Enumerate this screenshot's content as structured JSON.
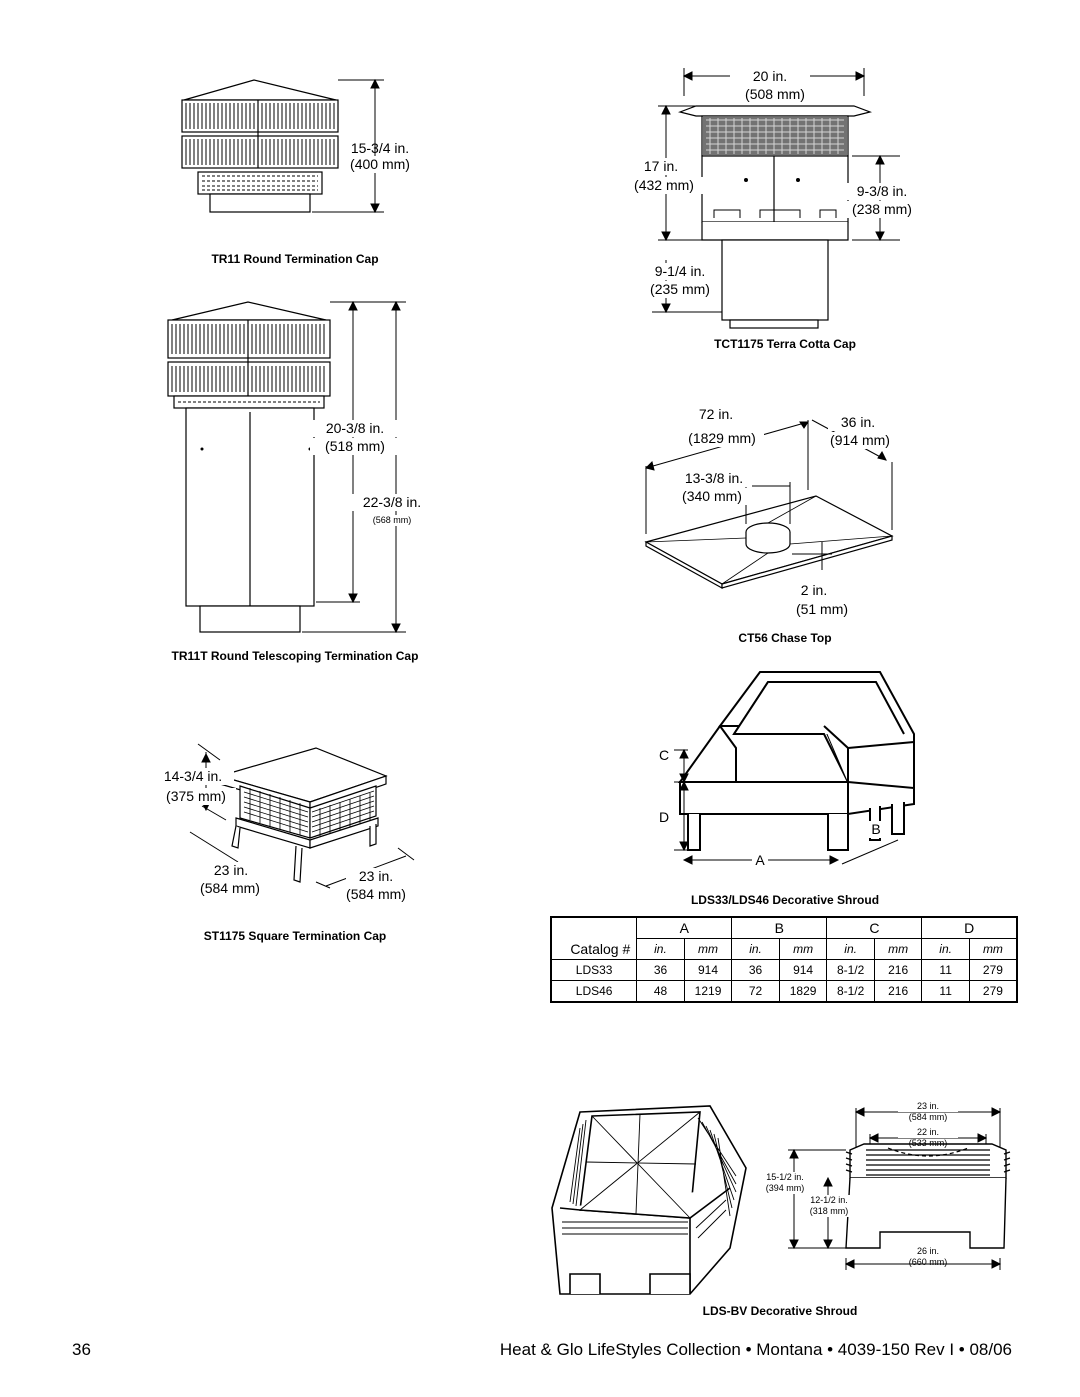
{
  "figures": {
    "tr11": {
      "caption": "TR11 Round Termination Cap",
      "dim_height_in": "15-3/4 in.",
      "dim_height_mm": "(400 mm)"
    },
    "tr11t": {
      "caption": "TR11T Round Telescoping Termination Cap",
      "dim_min_in": "20-3/8 in.",
      "dim_min_mm": "(518 mm)",
      "dim_max_in": "22-3/8 in.",
      "dim_max_mm": "(568 mm)"
    },
    "st1175": {
      "caption": "ST1175 Square Termination Cap",
      "dim_height_in": "14-3/4 in.",
      "dim_height_mm": "(375 mm)",
      "dim_width_in": "23 in.",
      "dim_width_mm": "(584 mm)",
      "dim_depth_in": "23 in.",
      "dim_depth_mm": "(584 mm)"
    },
    "tct1175": {
      "caption": "TCT1175 Terra Cotta Cap",
      "dim_top_in": "20 in.",
      "dim_top_mm": "(508 mm)",
      "dim_total_in": "17 in.",
      "dim_total_mm": "(432 mm)",
      "dim_upper_in": "9-3/8 in.",
      "dim_upper_mm": "(238 mm)",
      "dim_lower_in": "9-1/4 in.",
      "dim_lower_mm": "(235 mm)"
    },
    "ct56": {
      "caption": "CT56 Chase Top",
      "dim_length_in": "72 in.",
      "dim_length_mm": "(1829 mm)",
      "dim_width_in": "36 in.",
      "dim_width_mm": "(914 mm)",
      "dim_collar_in": "13-3/8 in.",
      "dim_collar_mm": "(340 mm)",
      "dim_lip_in": "2 in.",
      "dim_lip_mm": "(51 mm)"
    },
    "lds": {
      "caption": "LDS33/LDS46 Decorative Shroud",
      "label_a": "A",
      "label_b": "B",
      "label_c": "C",
      "label_d": "D"
    },
    "ldsbv": {
      "caption": "LDS-BV Decorative Shroud",
      "dim_outer_in": "23 in.",
      "dim_outer_mm": "(584 mm)",
      "dim_inner_in": "22 in.",
      "dim_inner_mm": "(533 mm)",
      "dim_height_in": "15-1/2 in.",
      "dim_height_mm": "(394 mm)",
      "dim_leg_in": "12-1/2 in.",
      "dim_leg_mm": "(318 mm)",
      "dim_base_in": "26 in.",
      "dim_base_mm": "(660 mm)"
    }
  },
  "table": {
    "groups": [
      "A",
      "B",
      "C",
      "D"
    ],
    "catalog_label": "Catalog #",
    "units": [
      "in.",
      "mm",
      "in.",
      "mm",
      "in.",
      "mm",
      "in.",
      "mm"
    ],
    "rows": [
      [
        "LDS33",
        "36",
        "914",
        "36",
        "914",
        "8-1/2",
        "216",
        "11",
        "279"
      ],
      [
        "LDS46",
        "48",
        "1219",
        "72",
        "1829",
        "8-1/2",
        "216",
        "11",
        "279"
      ]
    ]
  },
  "footer": {
    "page_number": "36",
    "text": "Heat & Glo LifeStyles Collection • Montana • 4039-150 Rev I • 08/06"
  }
}
